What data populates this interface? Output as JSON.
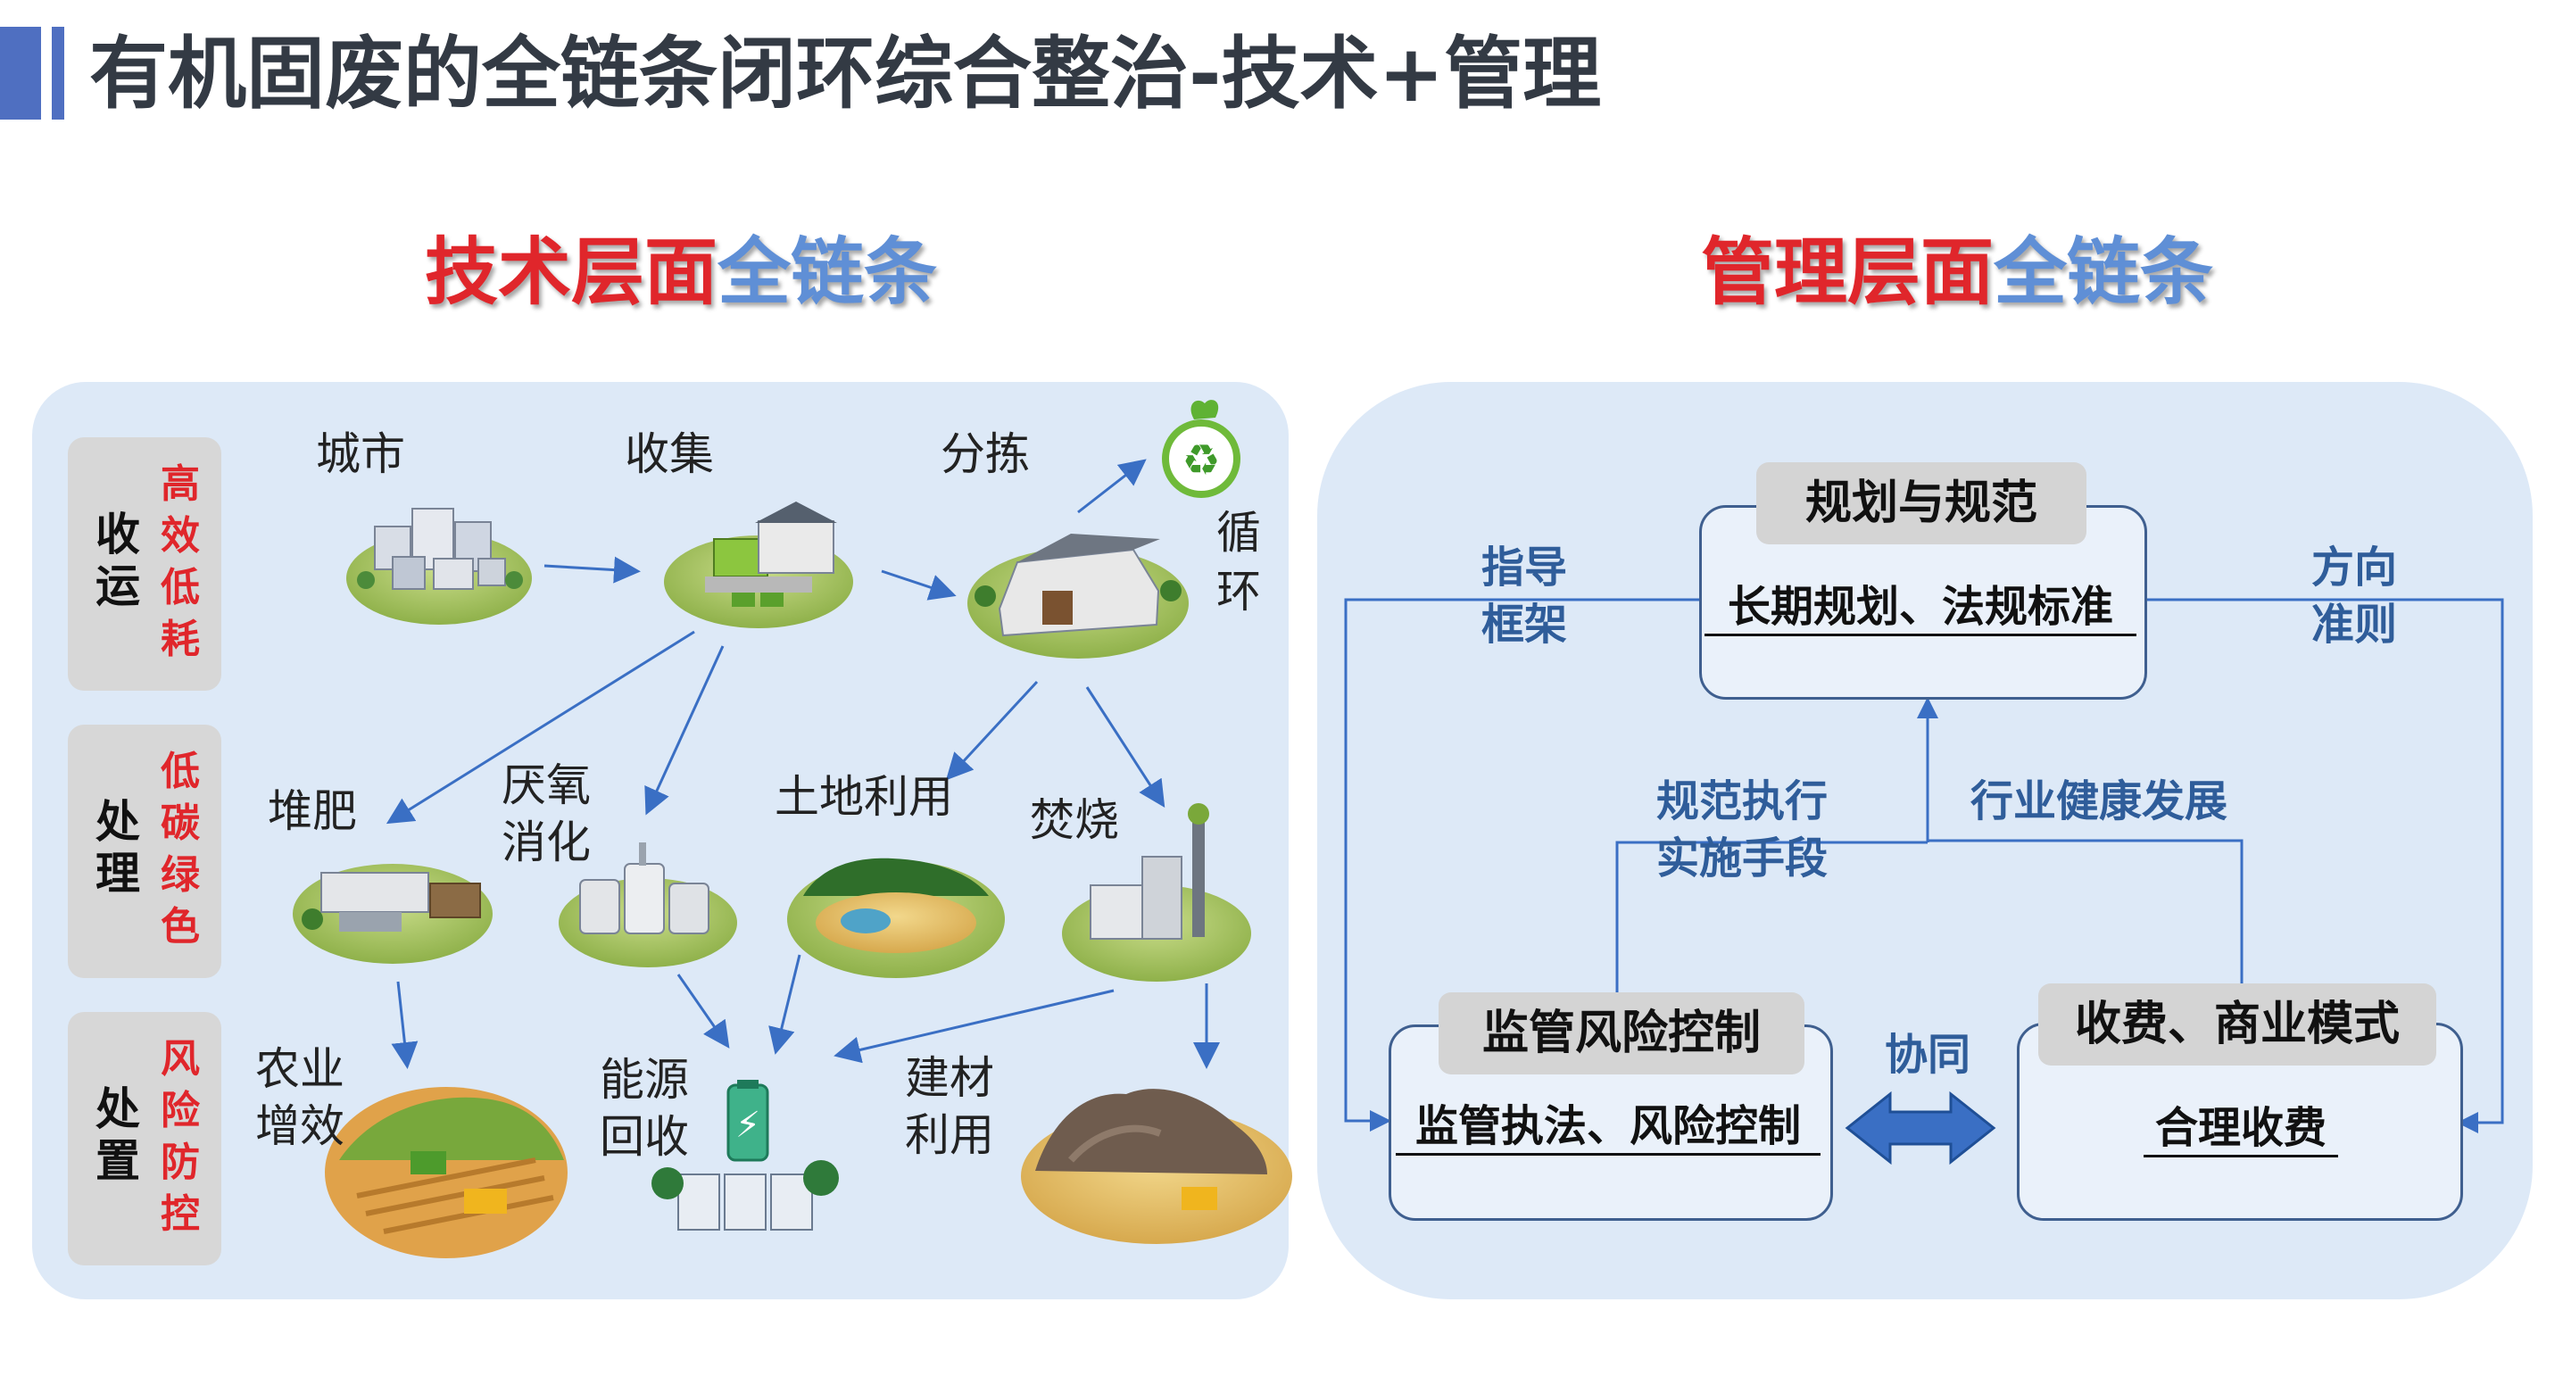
{
  "page": {
    "title": "有机固废的全链条闭环综合整治-技术+管理"
  },
  "tech": {
    "title_red": "技术层面",
    "title_blue": "全链条",
    "stages": [
      {
        "main": [
          "收",
          "运"
        ],
        "sub": [
          "高",
          "效",
          "低",
          "耗"
        ]
      },
      {
        "main": [
          "处",
          "理"
        ],
        "sub": [
          "低",
          "碳",
          "绿",
          "色"
        ]
      },
      {
        "main": [
          "处",
          "置"
        ],
        "sub": [
          "风",
          "险",
          "防",
          "控"
        ]
      }
    ],
    "nodes": {
      "city": "城市",
      "collect": "收集",
      "sort": "分拣",
      "cycle": [
        "循",
        "环"
      ],
      "compost": "堆肥",
      "anaerobic": [
        "厌氧",
        "消化"
      ],
      "land": "土地利用",
      "burn": "焚烧",
      "agri": [
        "农业",
        "增效"
      ],
      "energy": [
        "能源",
        "回收"
      ],
      "building": [
        "建材",
        "利用"
      ]
    }
  },
  "mgmt": {
    "title_red": "管理层面",
    "title_blue": "全链条",
    "top_box": {
      "head": "规划与规范",
      "line": "长期规划、法规标准"
    },
    "left_box": {
      "head": "监管风险控制",
      "line": "监管执法、风险控制"
    },
    "right_box": {
      "head": "收费、商业模式",
      "line": "合理收费"
    },
    "labels": {
      "guide": [
        "指导",
        "框架"
      ],
      "direction": [
        "方向",
        "准则"
      ],
      "enforce": [
        "规范执行",
        "实施手段"
      ],
      "industry": "行业健康发展",
      "coop": "协同"
    }
  },
  "colors": {
    "accent_bar": "#4f6fc1",
    "title_red": "#e0262b",
    "title_blue": "#5f8fd6",
    "panel_bg": "#dde9f7",
    "arrow_blue": "#3a6fc4",
    "label_blue": "#2f5d9a"
  }
}
